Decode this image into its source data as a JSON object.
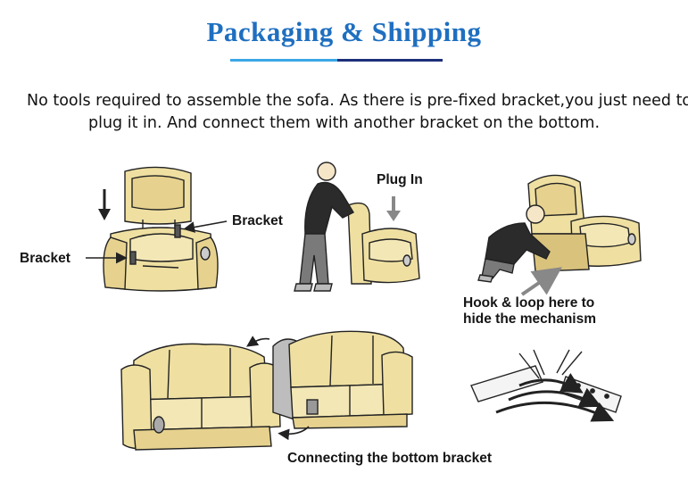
{
  "header": {
    "title": "Packaging & Shipping",
    "accent_colors": [
      "#3aa7e6",
      "#1d2f7a"
    ],
    "title_color": "#1f6fc0"
  },
  "description": {
    "line1": "No tools required to assemble the sofa. As there is pre-fixed bracket,you just need to",
    "line2": "plug it in. And connect them with another bracket on the bottom."
  },
  "labels": {
    "bracket_top": "Bracket",
    "bracket_left": "Bracket",
    "plug_in": "Plug In",
    "hook_line1": "Hook & loop here to",
    "hook_line2": "hide the mechanism",
    "connecting": "Connecting the bottom bracket"
  },
  "colors": {
    "sofa_fill": "#efe0a2",
    "sofa_shade": "#d9c27c",
    "outline": "#222222"
  }
}
